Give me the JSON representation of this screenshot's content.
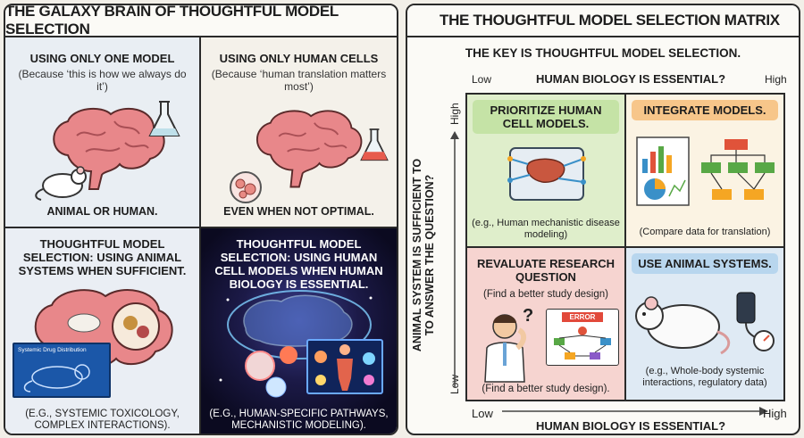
{
  "left_panel": {
    "title": "THE GALAXY BRAIN OF THOUGHTFUL MODEL SELECTION",
    "cells": [
      {
        "heading": "USING ONLY ONE MODEL",
        "sub": "(Because ‘this is how we always do it’)",
        "footer": "ANIMAL OR HUMAN."
      },
      {
        "heading": "USING ONLY HUMAN CELLS",
        "sub": "(Because ‘human translation matters most’)",
        "footer": "EVEN WHEN NOT OPTIMAL."
      },
      {
        "heading": "THOUGHTFUL MODEL SELECTION: USING ANIMAL SYSTEMS WHEN SUFFICIENT.",
        "note": "(e.g., SYSTEMIC TOXICOLOGY, COMPLEX INTERACTIONS).",
        "inset_label": "Systemic Drug Distribution"
      },
      {
        "heading": "THOUGHTFUL MODEL SELECTION: USING HUMAN CELL MODELS WHEN HUMAN BIOLOGY IS ESSENTIAL.",
        "note": "(e.g., HUMAN-SPECIFIC PATHWAYS, MECHANISTIC MODELING)."
      }
    ]
  },
  "right_panel": {
    "title": "THE THOUGHTFUL MODEL SELECTION MATRIX",
    "key": "THE KEY IS THOUGHTFUL MODEL SELECTION.",
    "top_axis": {
      "title": "HUMAN BIOLOGY IS ESSENTIAL?",
      "low": "Low",
      "high": "High"
    },
    "bottom_axis": {
      "title": "HUMAN BIOLOGY IS ESSENTIAL?",
      "low": "Low",
      "high": "High"
    },
    "left_axis": {
      "title_line1": "ANIMAL SYSTEM IS SUFFICIENT TO",
      "title_line2": "TO ANSWER THE QUESTION?",
      "low": "Low",
      "high": "High"
    },
    "quadrants": [
      {
        "heading": "PRIORITIZE HUMAN CELL MODELS.",
        "note": "(e.g., Human mechanistic disease modeling)"
      },
      {
        "heading": "INTEGRATE MODELS.",
        "note": "(Compare data for translation)"
      },
      {
        "heading": "REVALUATE RESEARCH QUESTION",
        "sub": "(Find a better study design)",
        "note": "(Find a better study design).",
        "error_label": "ERROR"
      },
      {
        "heading": "USE ANIMAL SYSTEMS.",
        "note": "(e.g., Whole-body systemic interactions, regulatory data)"
      }
    ]
  },
  "colors": {
    "border": "#2a2a2a",
    "q1": "#dfeecb",
    "q2": "#fbf3e3",
    "q3": "#f6d4d0",
    "q4": "#dfeaf4",
    "brain": "#e8878a"
  },
  "icons": [
    "brain-icon",
    "flask-icon",
    "mouse-icon",
    "cell-petri-icon",
    "liver-chip-icon",
    "chart-icon",
    "flowchart-icon",
    "scientist-icon",
    "rat-icon",
    "blood-pressure-cuff-icon"
  ]
}
